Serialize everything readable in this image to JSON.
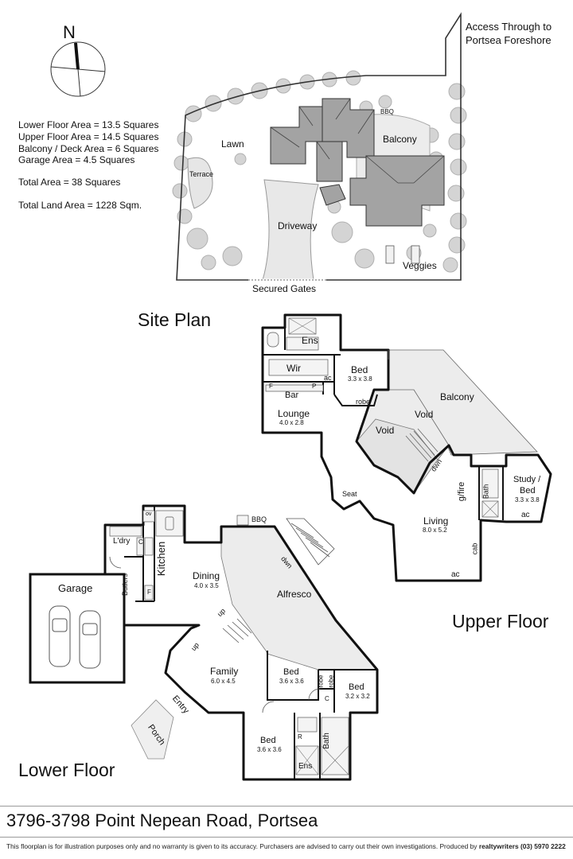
{
  "compass": {
    "north_label": "N"
  },
  "areas": {
    "lower_floor": "Lower Floor Area = 13.5 Squares",
    "upper_floor": "Upper Floor Area = 14.5 Squares",
    "balcony_deck": "Balcony / Deck Area = 6 Squares",
    "garage": "Garage Area = 4.5 Squares",
    "total_area": "Total Area = 38 Squares",
    "total_land": "Total Land Area = 1228 Sqm."
  },
  "site_plan": {
    "title": "Site  Plan",
    "access_line1": "Access Through to",
    "access_line2": "Portsea Foreshore",
    "lawn": "Lawn",
    "terrace": "Terrace",
    "balcony": "Balcony",
    "bbq": "BBQ",
    "driveway": "Driveway",
    "veggies": "Veggies",
    "secured_gates": "Secured Gates"
  },
  "upper_floor": {
    "title": "Upper Floor",
    "ens": "Ens",
    "wir": "Wir",
    "ac1": "ac",
    "bed_name": "Bed",
    "bed_dim": "3.3 x 3.8",
    "robe": "robe",
    "f": "F",
    "bar": "Bar",
    "p": "P",
    "lounge_name": "Lounge",
    "lounge_dim": "4.0 x 2.8",
    "void1": "Void",
    "void2": "Void",
    "balcony": "Balcony",
    "dwn": "dwn",
    "seat": "Seat",
    "gfire": "g/fire",
    "bath": "Bath",
    "study_name": "Study /",
    "study_name2": "Bed",
    "study_dim": "3.3 x 3.8",
    "ac2": "ac",
    "living_name": "Living",
    "living_dim": "8.0 x 5.2",
    "cab": "cab",
    "ac3": "ac"
  },
  "lower_floor": {
    "title": "Lower Floor",
    "ov": "ov",
    "bbq": "BBQ",
    "ldry": "L'dry",
    "c1": "C",
    "kitchen": "Kitchen",
    "butlers": "Butlers",
    "f": "F",
    "garage": "Garage",
    "dining_name": "Dining",
    "dining_dim": "4.0 x 3.5",
    "dwn": "dwn",
    "alfresco": "Alfresco",
    "up1": "up",
    "up2": "up",
    "family_name": "Family",
    "family_dim": "6.0 x 4.5",
    "entry": "Entry",
    "porch": "Porch",
    "bed1_name": "Bed",
    "bed1_dim": "3.6 x 3.6",
    "robe1": "robe",
    "robe2": "robe",
    "bed2_name": "Bed",
    "bed2_dim": "3.2 x 3.2",
    "c2": "C",
    "bed3_name": "Bed",
    "bed3_dim": "3.6 x 3.6",
    "r": "R",
    "bath": "Bath",
    "ens": "Ens"
  },
  "footer": {
    "address": "3796-3798 Point Nepean Road, Portsea",
    "disclaimer": "This floorplan is for illustration purposes only and no warranty is given to its accuracy. Purchasers are advised to carry out their own investigations. Produced by",
    "producer": "realtywriters (03) 5970 2222"
  }
}
